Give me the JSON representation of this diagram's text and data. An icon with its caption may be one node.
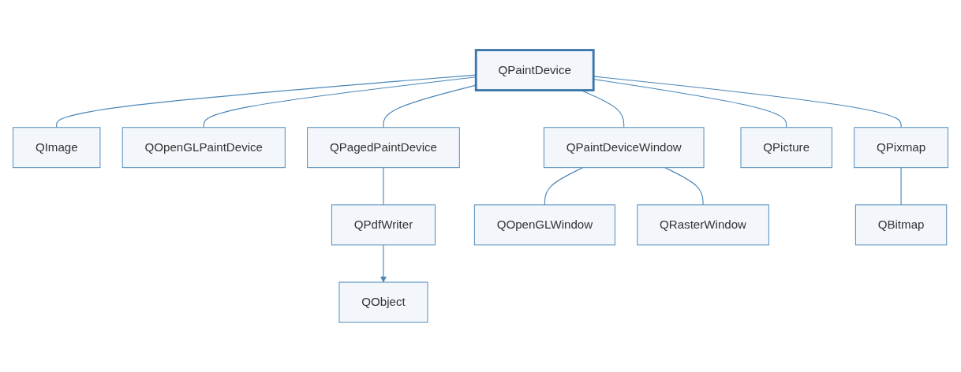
{
  "diagram": {
    "nodes": [
      {
        "text": [
          "QPaintDevice"
        ]
      },
      {
        "text": [
          "QImage"
        ]
      },
      {
        "text": [
          "QOpenGLPaintDevice"
        ]
      },
      {
        "text": [
          "QPagedPaintDevice"
        ]
      },
      {
        "text": [
          "QPaintDeviceWindow"
        ]
      },
      {
        "text": [
          "QPicture"
        ]
      },
      {
        "text": [
          "QPixmap"
        ]
      },
      {
        "text": [
          "QPdfWriter"
        ]
      },
      {
        "text": [
          "QOpenGLWindow"
        ]
      },
      {
        "text": [
          "QRasterWindow"
        ]
      },
      {
        "text": [
          "QBitmap"
        ]
      },
      {
        "text": [
          "QObject"
        ]
      }
    ],
    "edges": [
      {
        "from": 0,
        "to": 1,
        "arrow": "none"
      },
      {
        "from": 0,
        "to": 2,
        "arrow": "none"
      },
      {
        "from": 0,
        "to": 3,
        "arrow": "none"
      },
      {
        "from": 0,
        "to": 4,
        "arrow": "none"
      },
      {
        "from": 0,
        "to": 5,
        "arrow": "none"
      },
      {
        "from": 0,
        "to": 6,
        "arrow": "none"
      },
      {
        "from": 3,
        "to": 7,
        "arrow": "none"
      },
      {
        "from": 4,
        "to": 8,
        "arrow": "none"
      },
      {
        "from": 4,
        "to": 9,
        "arrow": "none"
      },
      {
        "from": 6,
        "to": 10,
        "arrow": "none"
      },
      {
        "from": 7,
        "to": 11,
        "arrow": "to"
      }
    ]
  }
}
